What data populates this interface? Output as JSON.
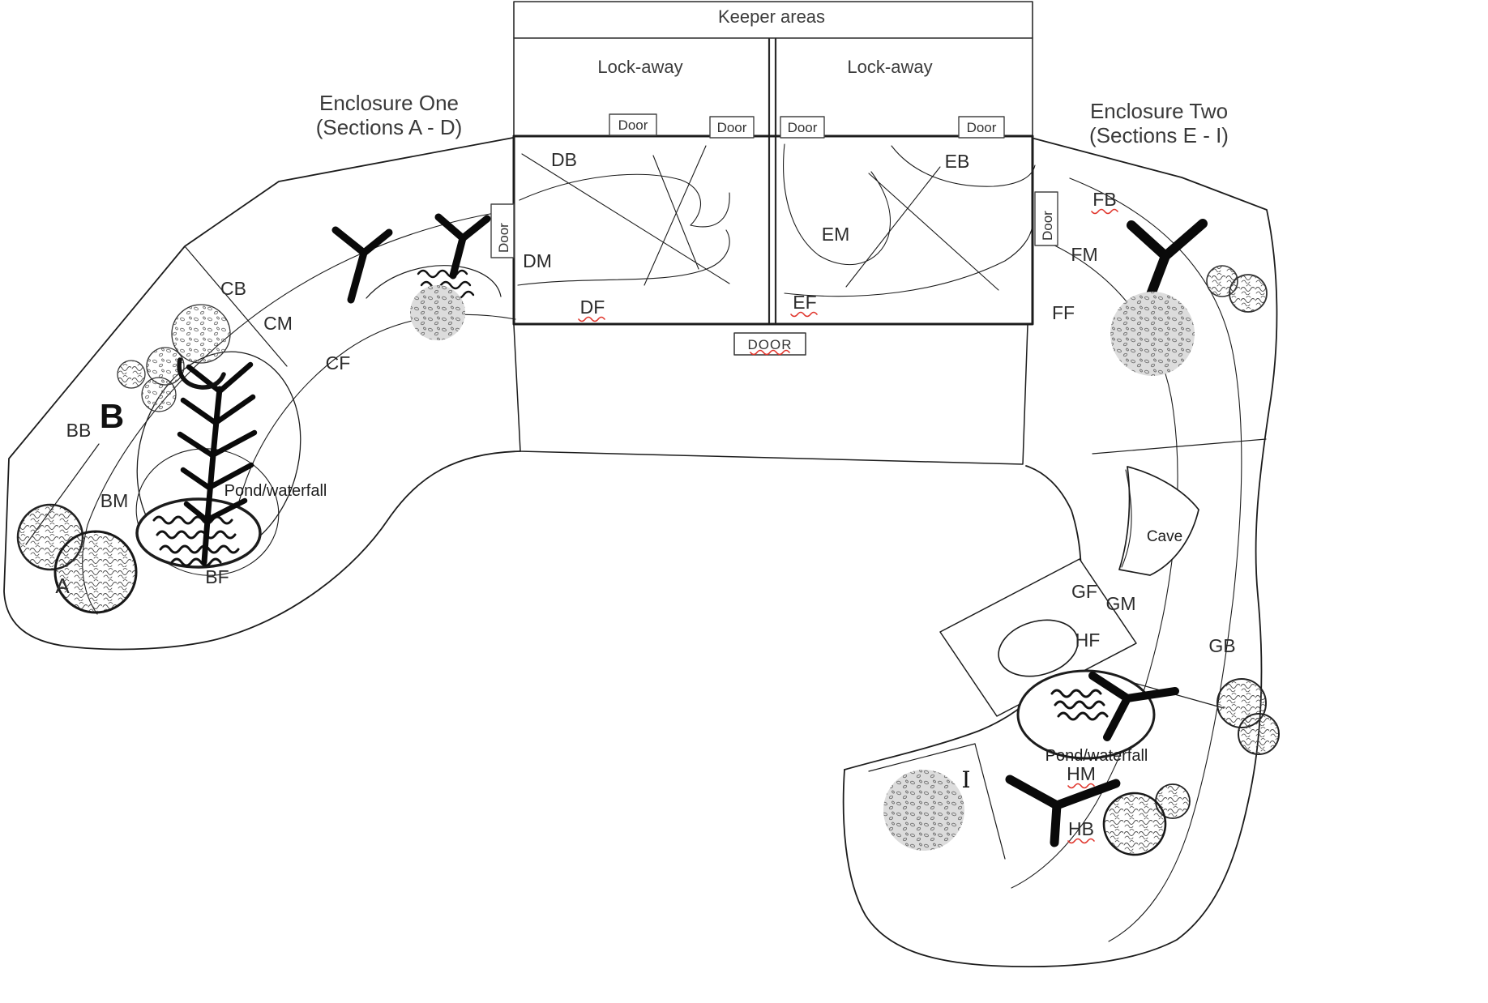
{
  "header": {
    "keeper_areas": "Keeper areas",
    "lockaway_left": "Lock-away",
    "lockaway_right": "Lock-away"
  },
  "titles": {
    "enclosure_one": {
      "line1": "Enclosure One",
      "line2": "(Sections A - D)"
    },
    "enclosure_two": {
      "line1": "Enclosure Two",
      "line2": "(Sections E - I)"
    }
  },
  "doors": {
    "lockaway_left_door1": "Door",
    "lockaway_left_door2": "Door",
    "lockaway_right_door1": "Door",
    "lockaway_right_door2": "Door",
    "den_left_side_door": "Door",
    "den_right_side_door": "Door",
    "main_door": "DOOR"
  },
  "sections": {
    "DB": "DB",
    "DM": "DM",
    "DF": "DF",
    "CB": "CB",
    "CM": "CM",
    "CF": "CF",
    "BB": "BB",
    "B": "B",
    "BM": "BM",
    "BF": "BF",
    "A": "A",
    "EB": "EB",
    "EM": "EM",
    "EF": "EF",
    "FB": "FB",
    "FM": "FM",
    "FF": "FF",
    "GF": "GF",
    "GM": "GM",
    "GB": "GB",
    "HF": "HF",
    "HM": "HM",
    "HB": "HB",
    "I": "I"
  },
  "features": {
    "cave": "Cave",
    "pond_waterfall_left": "Pond/waterfall",
    "pond_waterfall_right": "Pond/waterfall"
  },
  "colors": {
    "line": "#1c1c1c",
    "text": "#2f2f2f",
    "spell_underline": "#e0342b",
    "rock_fill": "#dcdcdc"
  }
}
